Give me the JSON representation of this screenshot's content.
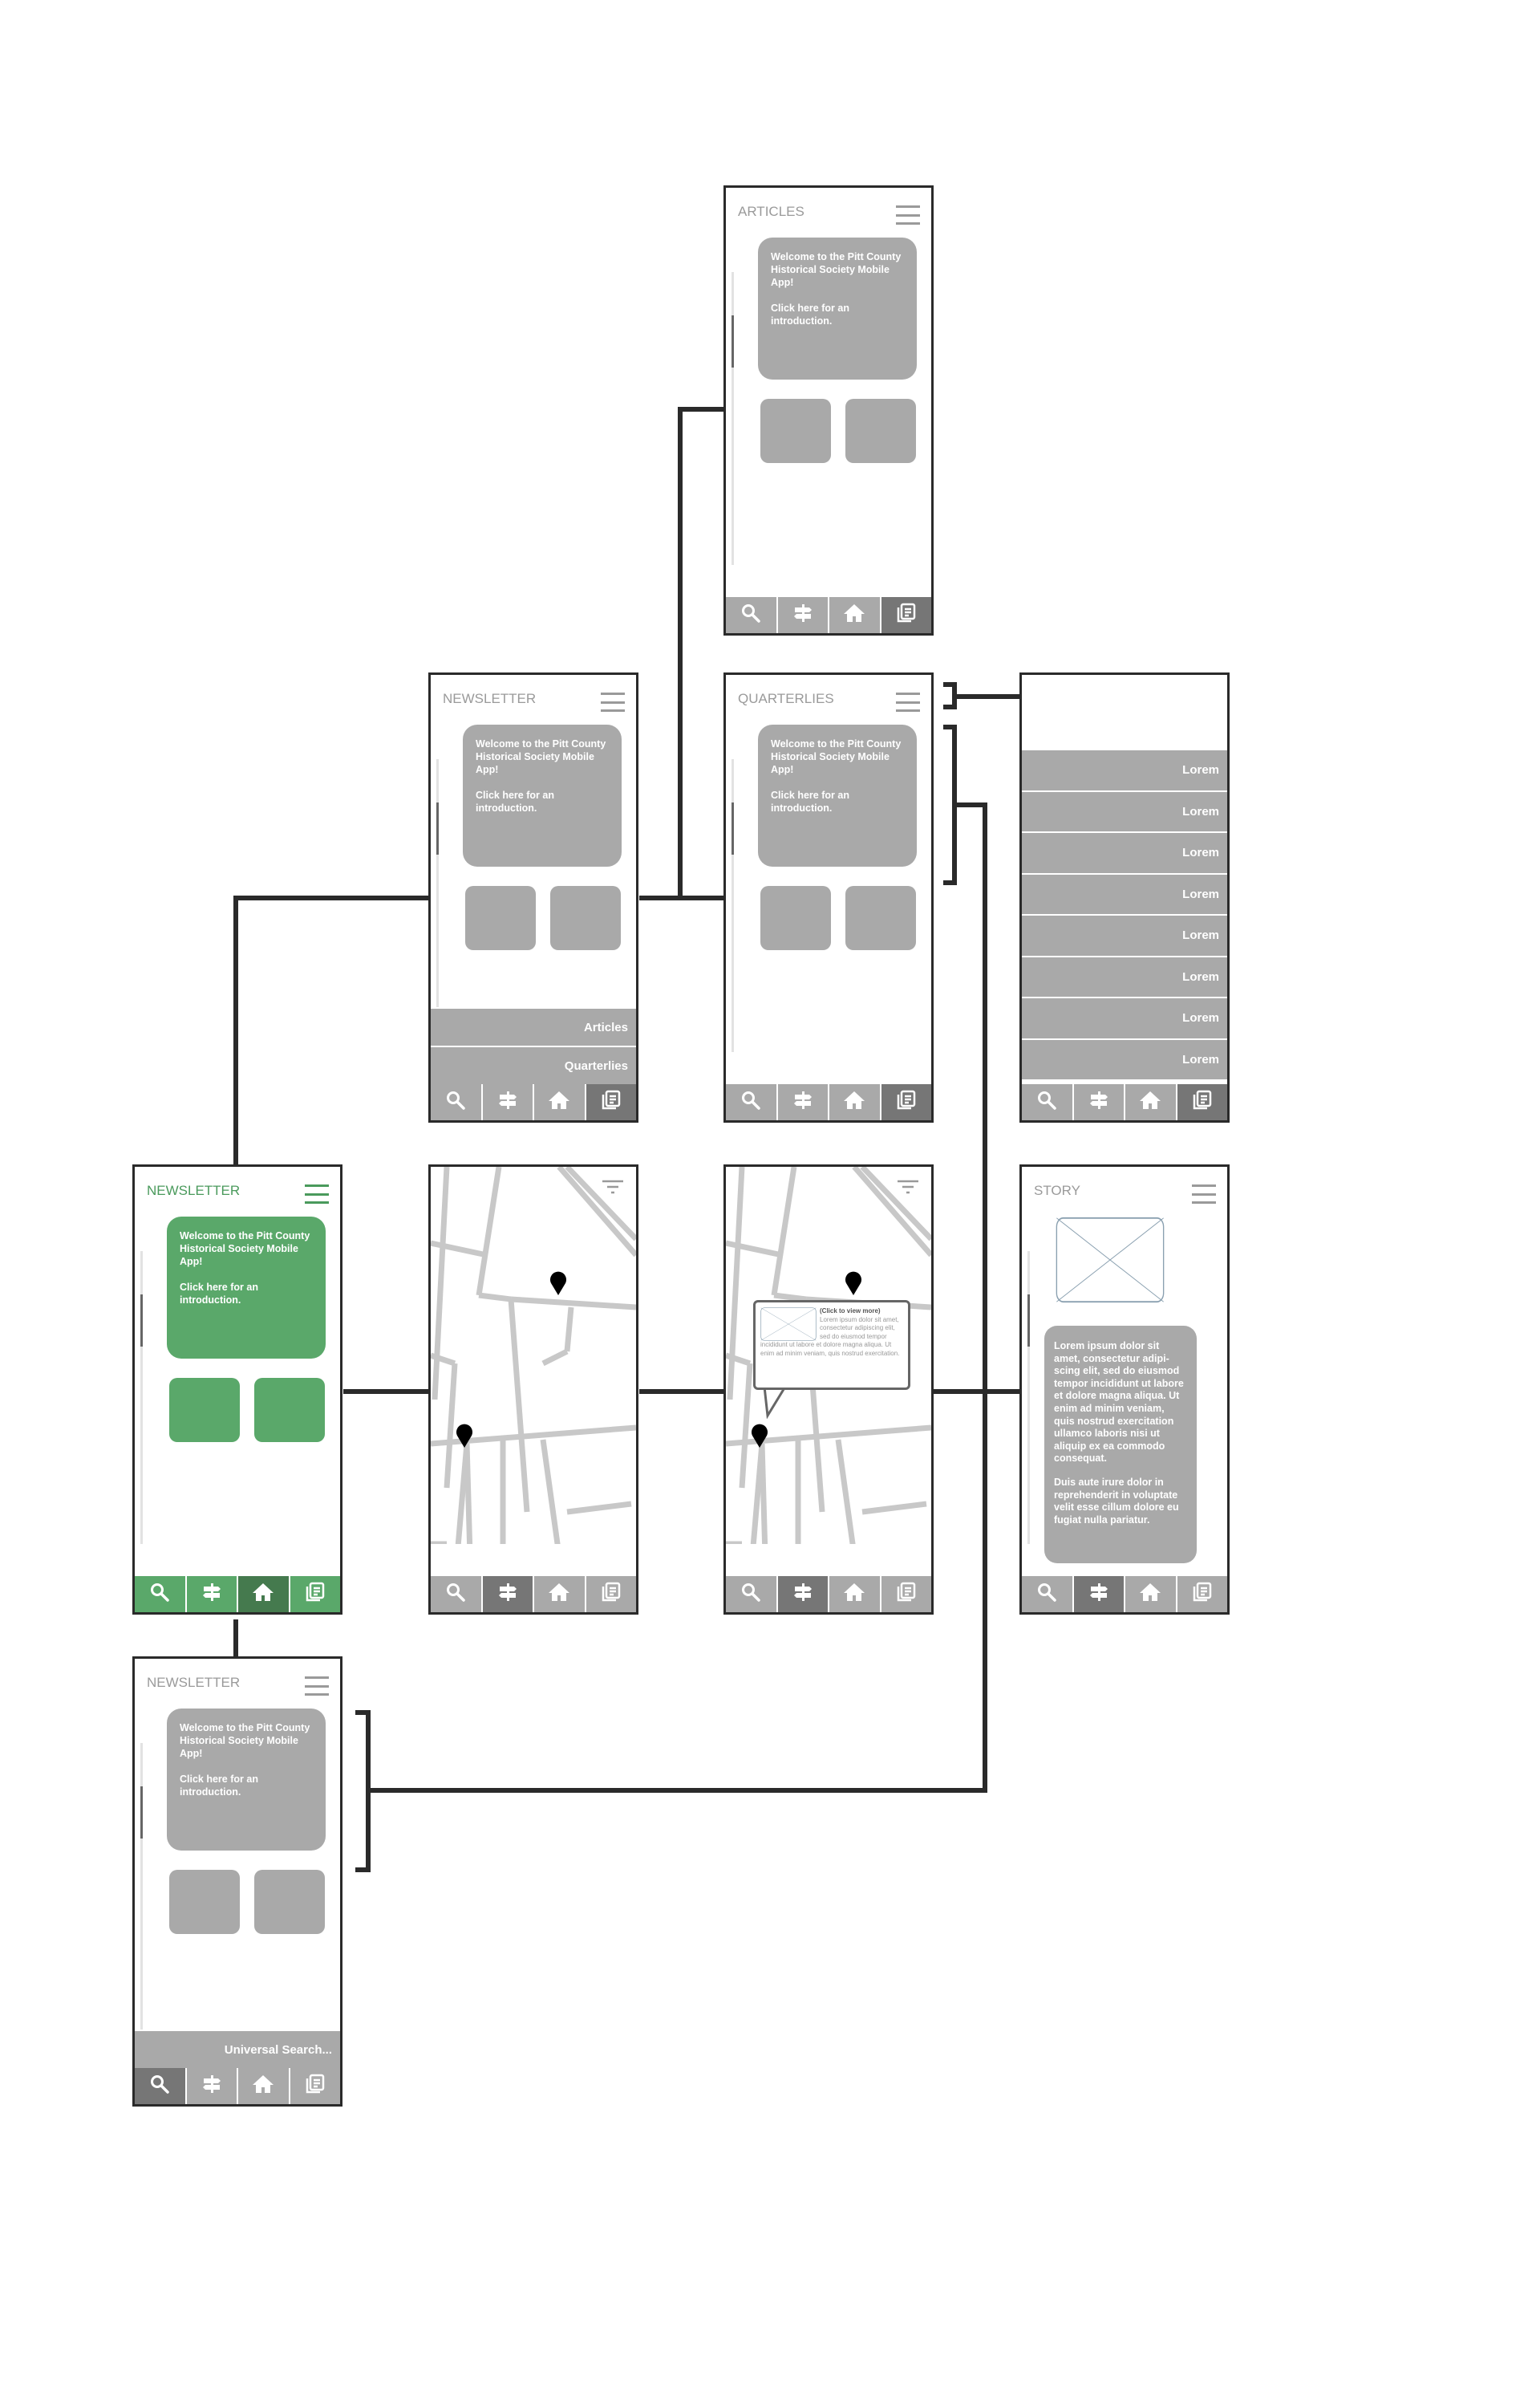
{
  "colors": {
    "gray": "#a9a9a9",
    "active_gray": "#767676",
    "green": "#5aa86a",
    "active_green": "#457a4e",
    "connector": "#2a2a2a"
  },
  "welcome": {
    "line1": "Welcome to the Pitt County Historical Society Mobile App!",
    "line2": "Click here for an introduction."
  },
  "tabs": [
    "search-icon",
    "signpost-icon",
    "home-icon",
    "newspaper-icon"
  ],
  "screens": [
    {
      "id": "s-articles",
      "type": "home",
      "title": "ARTICLES",
      "active_tab": 3
    },
    {
      "id": "s-newsletter-nav",
      "type": "home",
      "title": "NEWSLETTER",
      "active_tab": 3,
      "bars": [
        "Articles",
        "Quarterlies"
      ]
    },
    {
      "id": "s-quarterlies",
      "type": "home",
      "title": "QUARTERLIES",
      "active_tab": 3
    },
    {
      "id": "s-lorem-list",
      "type": "list",
      "active_tab": 3,
      "rows": [
        "Lorem",
        "Lorem",
        "Lorem",
        "Lorem",
        "Lorem",
        "Lorem",
        "Lorem",
        "Lorem"
      ]
    },
    {
      "id": "s-home",
      "type": "home",
      "title": "NEWSLETTER",
      "active_tab": 2,
      "theme": "green"
    },
    {
      "id": "s-map",
      "type": "map",
      "active_tab": 1
    },
    {
      "id": "s-map-popup",
      "type": "map",
      "active_tab": 1,
      "popup": {
        "more": "(Click to view more)",
        "text": "Lorem ipsum dolor sit amet, consectetur adipiscing elit, sed do eiusmod tempor incididunt ut labore et dolore magna aliqua. Ut enim ad minim veniam, quis nostrud exercitation."
      }
    },
    {
      "id": "s-story",
      "type": "story",
      "title": "STORY",
      "active_tab": 1,
      "paragraphs": [
        "Lorem ipsum dolor sit amet, consectetur adipi-scing elit, sed do eiusmod tempor incididunt ut labore et dolore magna aliqua. Ut enim ad minim veniam, quis nostrud exercitation ullamco laboris nisi ut aliquip ex ea commodo consequat.",
        "Duis aute irure dolor in reprehenderit in voluptate velit esse cillum dolore eu fugiat nulla pariatur."
      ]
    },
    {
      "id": "s-search",
      "type": "home",
      "title": "NEWSLETTER",
      "active_tab": 0,
      "bars": [
        "Universal Search..."
      ]
    }
  ]
}
